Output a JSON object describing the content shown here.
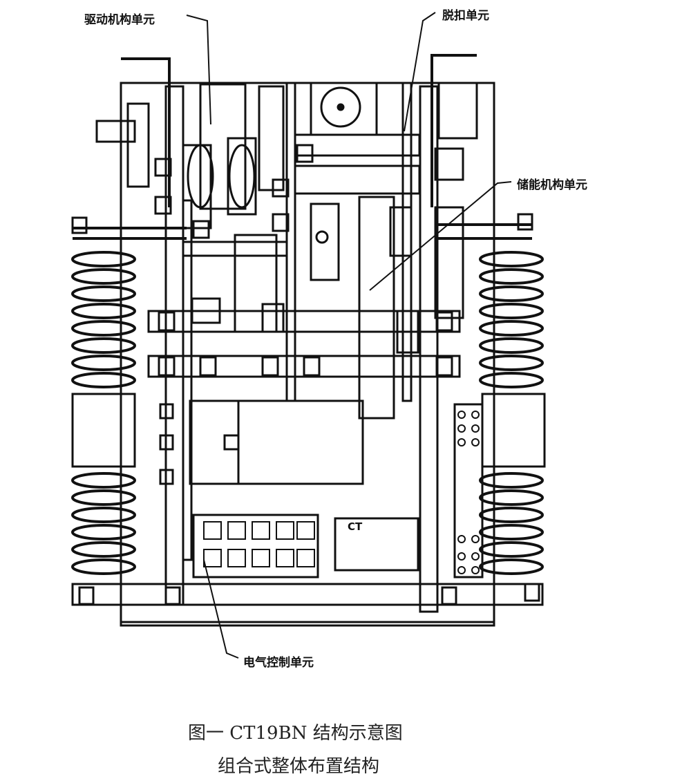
{
  "labels": {
    "drive_unit": "驱动机构单元",
    "trip_unit": "脱扣单元",
    "energy_storage_unit": "储能机构单元",
    "electrical_control_unit": "电气控制单元"
  },
  "nameplate": {
    "text": "CT"
  },
  "caption": {
    "line1": "图一   CT19BN 结构示意图",
    "line2": "组合式整体布置结构"
  }
}
